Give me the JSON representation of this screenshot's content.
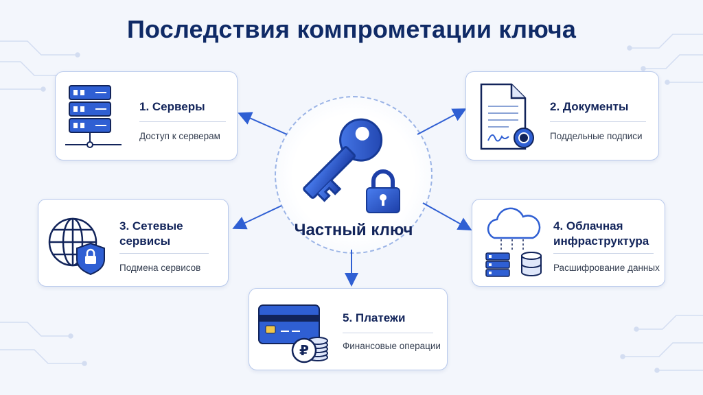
{
  "title": "Последствия компрометации ключа",
  "center": {
    "label": "Частный ключ",
    "icon": "key-lock-icon"
  },
  "cards": [
    {
      "title": "1. Серверы",
      "subtitle": "Доступ к серверам",
      "icon": "server-rack-icon"
    },
    {
      "title": "2. Документы",
      "subtitle": "Поддельные подписи",
      "icon": "signed-document-icon"
    },
    {
      "title": "3. Сетевые сервисы",
      "subtitle": "Подмена сервисов",
      "icon": "globe-shield-icon"
    },
    {
      "title": "4. Облачная инфраструктура",
      "subtitle": "Расшифрование данных",
      "icon": "cloud-database-icon"
    },
    {
      "title": "5. Платежи",
      "subtitle": "Финансовые операции",
      "icon": "card-coins-icon"
    }
  ],
  "colors": {
    "accent": "#2f5fd3",
    "dark_blue": "#12245a",
    "border": "#b8c9ec"
  }
}
